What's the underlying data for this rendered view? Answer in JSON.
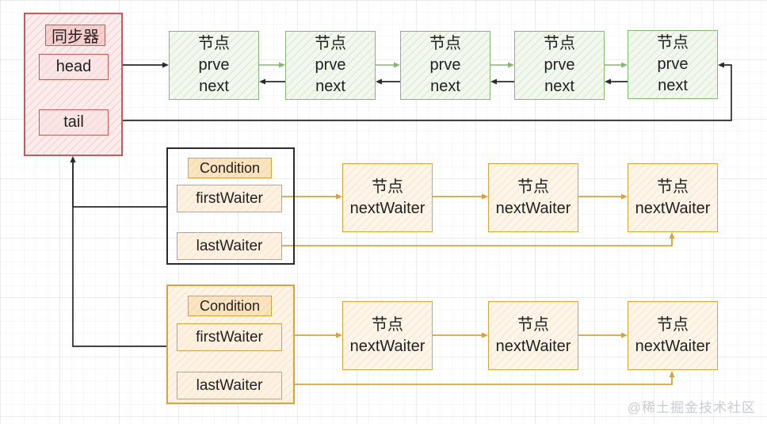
{
  "synchronizer": {
    "title": "同步器",
    "head_label": "head",
    "tail_label": "tail"
  },
  "queue": {
    "nodes": [
      {
        "title": "节点",
        "prev_label": "prve",
        "next_label": "next"
      },
      {
        "title": "节点",
        "prev_label": "prve",
        "next_label": "next"
      },
      {
        "title": "节点",
        "prev_label": "prve",
        "next_label": "next"
      },
      {
        "title": "节点",
        "prev_label": "prve",
        "next_label": "next"
      },
      {
        "title": "节点",
        "prev_label": "prve",
        "next_label": "next"
      }
    ]
  },
  "conditions": [
    {
      "title": "Condition",
      "first_label": "firstWaiter",
      "last_label": "lastWaiter",
      "nodes": [
        {
          "title": "节点",
          "waiter_label": "nextWaiter"
        },
        {
          "title": "节点",
          "waiter_label": "nextWaiter"
        },
        {
          "title": "节点",
          "waiter_label": "nextWaiter"
        }
      ]
    },
    {
      "title": "Condition",
      "first_label": "firstWaiter",
      "last_label": "lastWaiter",
      "nodes": [
        {
          "title": "节点",
          "waiter_label": "nextWaiter"
        },
        {
          "title": "节点",
          "waiter_label": "nextWaiter"
        },
        {
          "title": "节点",
          "waiter_label": "nextWaiter"
        }
      ]
    }
  ],
  "watermark": {
    "text": "@稀土掘金技术社区"
  },
  "colors": {
    "synchronizer_border": "#c05c5c",
    "queue_node_border": "#85b86f",
    "condition_border": "#d9a23c",
    "connector_black": "#2a2a2a",
    "connector_green": "#85b86f",
    "connector_orange": "#d9a23c",
    "watermark_text": "#c9ccd1"
  }
}
